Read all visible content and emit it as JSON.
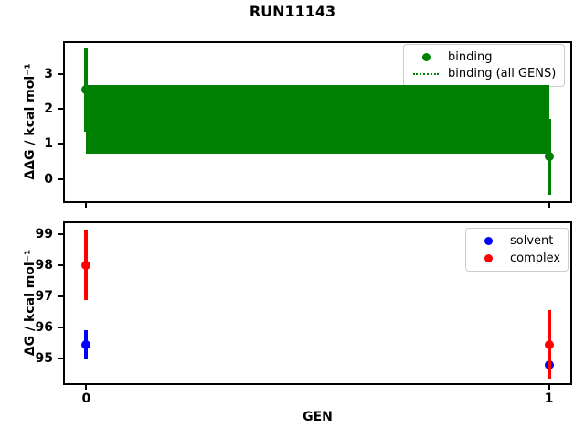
{
  "title": "RUN11143",
  "chart_data": [
    {
      "type": "errorbar",
      "title": "",
      "xlabel": "",
      "ylabel": "ΔΔG / kcal mol⁻¹",
      "xlim": [
        -0.05,
        1.05
      ],
      "ylim": [
        -0.69,
        3.93
      ],
      "yticks": [
        0,
        1,
        2,
        3
      ],
      "xticks": [
        0,
        1
      ],
      "xtick_labels_visible": false,
      "grid": false,
      "legend_position": "upper right",
      "legend_labels": [
        "binding",
        "binding (all GENS)"
      ],
      "series": [
        {
          "name": "binding",
          "type": "points",
          "marker": "circle",
          "color": "#008000",
          "x": [
            0,
            1
          ],
          "y": [
            2.55,
            0.63
          ],
          "yerr": [
            1.21,
            1.09
          ]
        },
        {
          "name": "binding (all GENS)",
          "type": "band",
          "line_style": "dotted",
          "color": "#008000",
          "x": [
            0,
            1
          ],
          "mean": 1.7,
          "band_low": 0.73,
          "band_high": 2.68
        }
      ]
    },
    {
      "type": "errorbar",
      "title": "",
      "xlabel": "GEN",
      "ylabel": "ΔG / kcal mol⁻¹",
      "xlim": [
        -0.05,
        1.05
      ],
      "ylim": [
        94.15,
        99.41
      ],
      "yticks": [
        95,
        96,
        97,
        98,
        99
      ],
      "xticks": [
        0,
        1
      ],
      "xtick_labels_visible": true,
      "grid": false,
      "legend_position": "upper right",
      "legend_labels": [
        "solvent",
        "complex"
      ],
      "series": [
        {
          "name": "solvent",
          "type": "points",
          "marker": "circle",
          "color": "#0000ff",
          "x": [
            0,
            1
          ],
          "y": [
            95.45,
            94.8
          ],
          "yerr": [
            0.45,
            0.37
          ]
        },
        {
          "name": "complex",
          "type": "points",
          "marker": "circle",
          "color": "#ff0000",
          "x": [
            0,
            1
          ],
          "y": [
            98.0,
            95.45
          ],
          "yerr": [
            1.11,
            1.1
          ]
        }
      ]
    }
  ]
}
